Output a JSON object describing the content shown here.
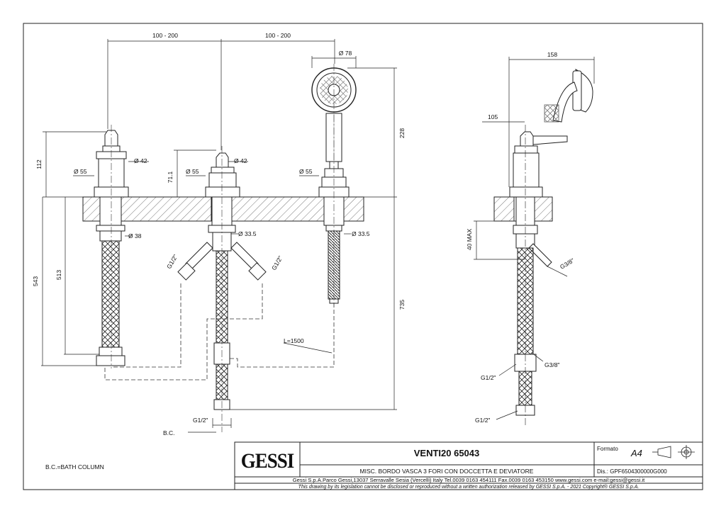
{
  "drawing": {
    "dims_top": [
      "100 - 200",
      "100 - 200"
    ],
    "dims_front": {
      "shower_diam": "Ø 78",
      "handle_left_diam": "Ø 42",
      "handle_mid_diam": "Ø 42",
      "base_left": "Ø 55",
      "base_mid": "Ø 55",
      "base_right": "Ø 55",
      "pipe_left": "Ø 38",
      "pipe_mid": "Ø 33.5",
      "pipe_right": "Ø 33.5",
      "h112": "112",
      "h71": "71.1",
      "h228": "228",
      "h543": "543",
      "h513": "513",
      "h735": "735",
      "hose_length": "L=1500",
      "conn_left": "G1/2\"",
      "conn_right": "G1/2\"",
      "conn_bottom": "G1/2\"",
      "bc": "B.C."
    },
    "dims_side": {
      "w158": "158",
      "w105": "105",
      "h40max": "40 MAX",
      "g38_a": "G3/8\"",
      "g38_b": "G3/8\"",
      "g12_a": "G1/2\"",
      "g12_b": "G1/2\""
    },
    "note": "B.C.=BATH COLUMN"
  },
  "titleblock": {
    "logo": "GESSI",
    "product": "VENTI20 65043",
    "description": "MISC. BORDO VASCA 3 FORI CON DOCCETTA E DEVIATORE",
    "format_label": "Formato",
    "format_value": "A4",
    "dis": "Dis.: GPF6504300000G000",
    "address": "Gessi S.p.A.Parco Gessi,13037 Serravalle Sesia (Vercelli) Italy Tel.0039 0163 454111 Fax.0039 0163 453150 www.gessi.com e-mail:gessi@gessi.it",
    "copyright": "This drawing by its legislation cannot be disclosed or reproduced without a written authorization released by GESSI S.p.A. - 2021 Copyright® GESSI S.p.A."
  }
}
